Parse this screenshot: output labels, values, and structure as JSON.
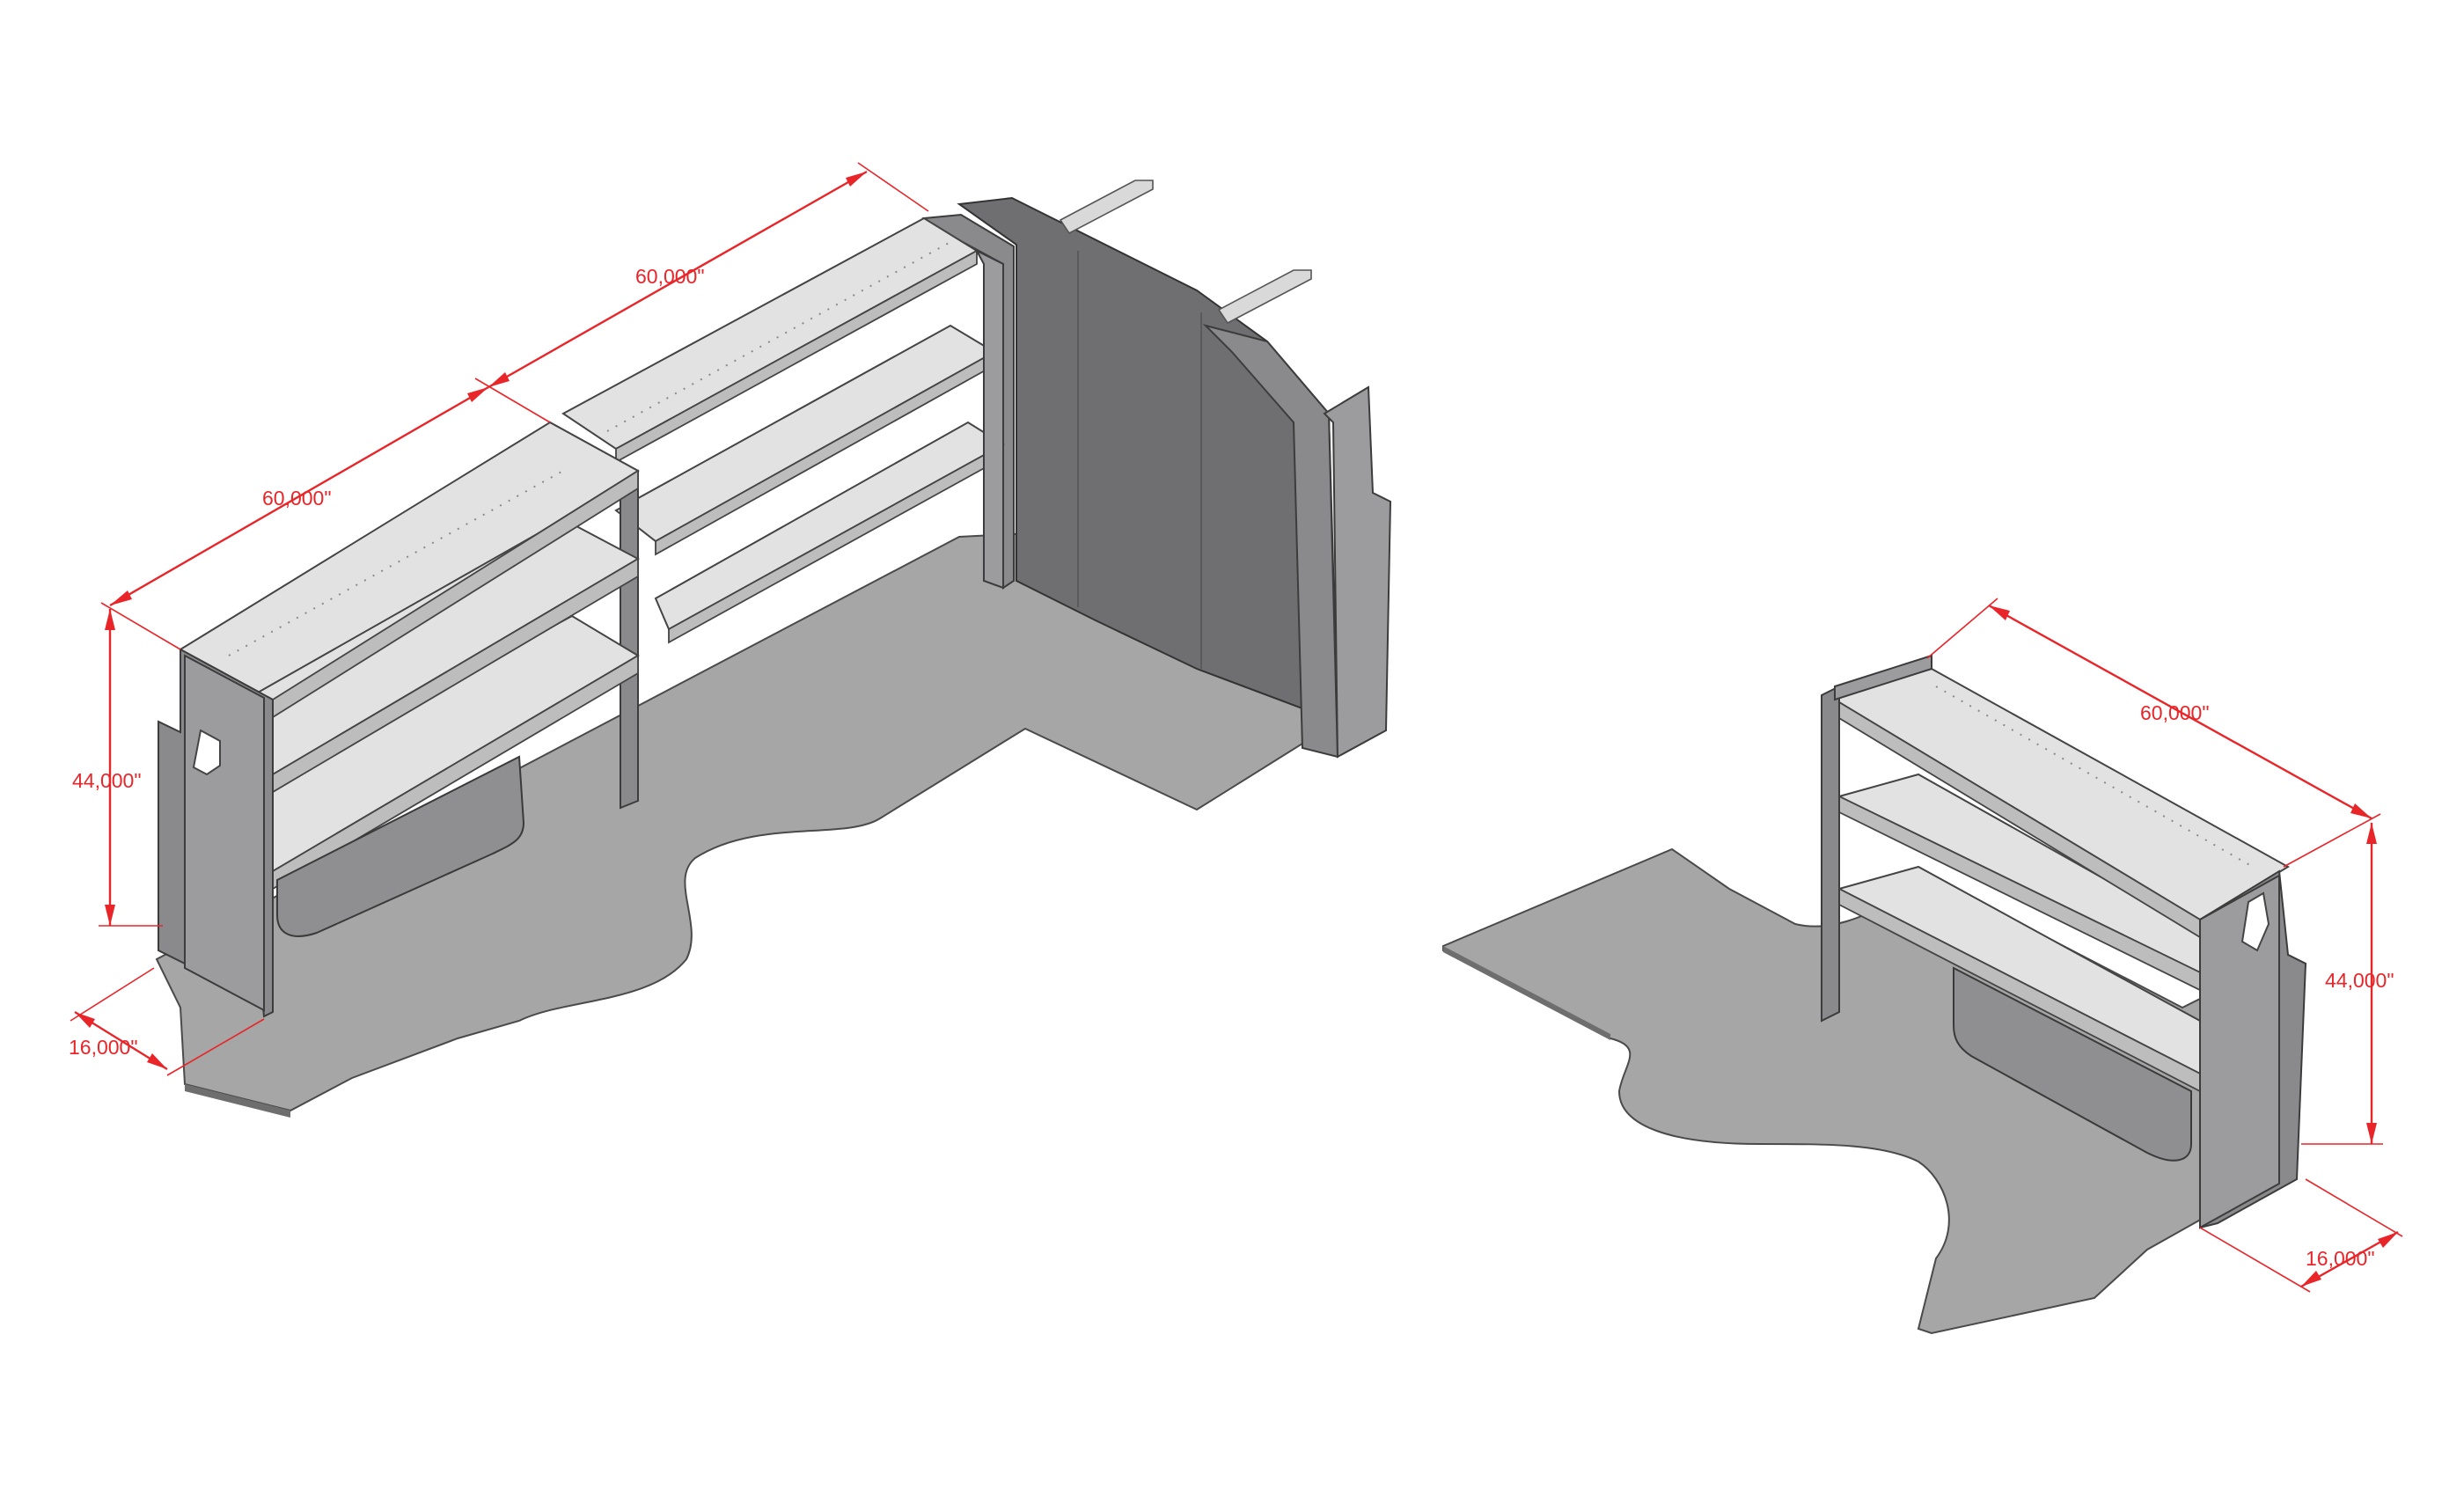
{
  "diagram": {
    "left_unit": {
      "length_upper": "60,000\"",
      "length_lower": "60,000\"",
      "height": "44,000\"",
      "depth": "16,000\""
    },
    "right_unit": {
      "length": "60,000\"",
      "height": "44,000\"",
      "depth": "16,000\""
    },
    "colors": {
      "dimension": "#e8262a",
      "floor": "#a6a6a6",
      "panel": "#8a8a8c",
      "shelf": "#e2e2e2"
    }
  }
}
